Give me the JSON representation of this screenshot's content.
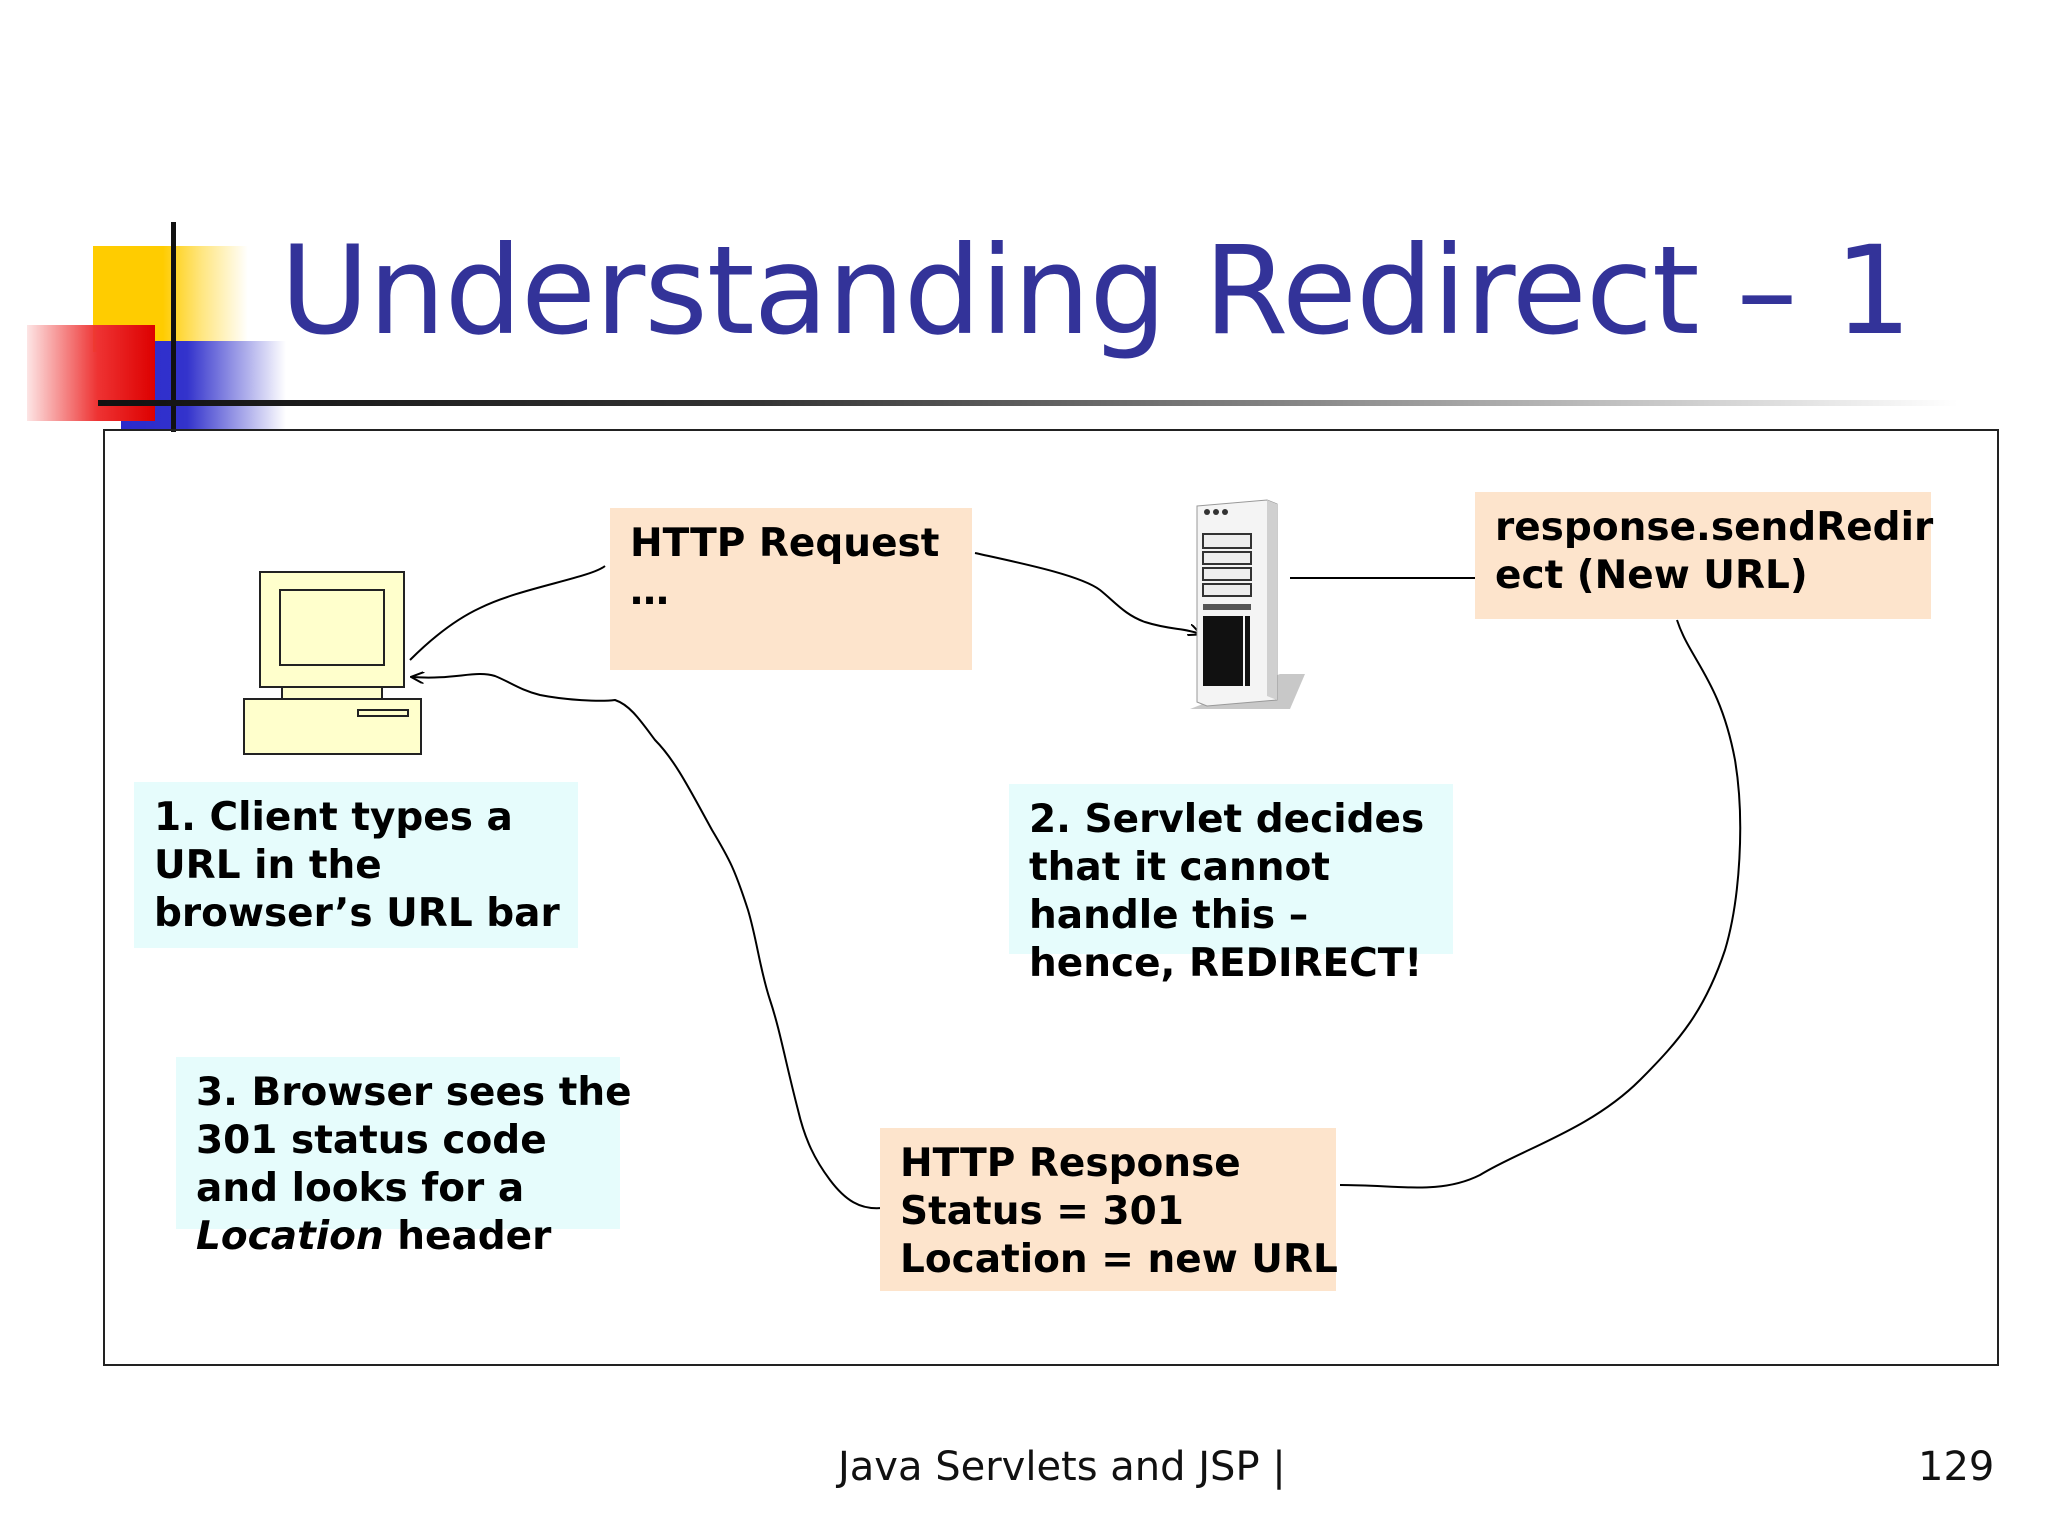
{
  "slide": {
    "title": "Understanding Redirect – 1",
    "footer": "Java Servlets and JSP |",
    "page_number": "129"
  },
  "diagram": {
    "http_request": [
      "HTTP Request",
      "…"
    ],
    "send_redirect": [
      "response.sendRedir",
      "ect (New URL)"
    ],
    "step1": [
      "1. Client types a",
      "URL in the",
      "browser’s URL bar"
    ],
    "step2": [
      "2. Servlet decides",
      "that it cannot",
      "handle this –",
      "hence, REDIRECT!"
    ],
    "step3": {
      "lines": [
        "3. Browser sees the",
        "301 status code",
        "and looks for a"
      ],
      "last_italic": "Location",
      "last_rest": " header"
    },
    "http_response": [
      "HTTP Response",
      "Status = 301",
      "Location = new URL"
    ]
  },
  "colors": {
    "title": "#333399",
    "peach_box": "#fde4cc",
    "cyan_box": "#e6fcfc",
    "computer": "#ffffcc"
  },
  "icons": {
    "client": "desktop-computer-icon",
    "server": "server-tower-icon"
  }
}
